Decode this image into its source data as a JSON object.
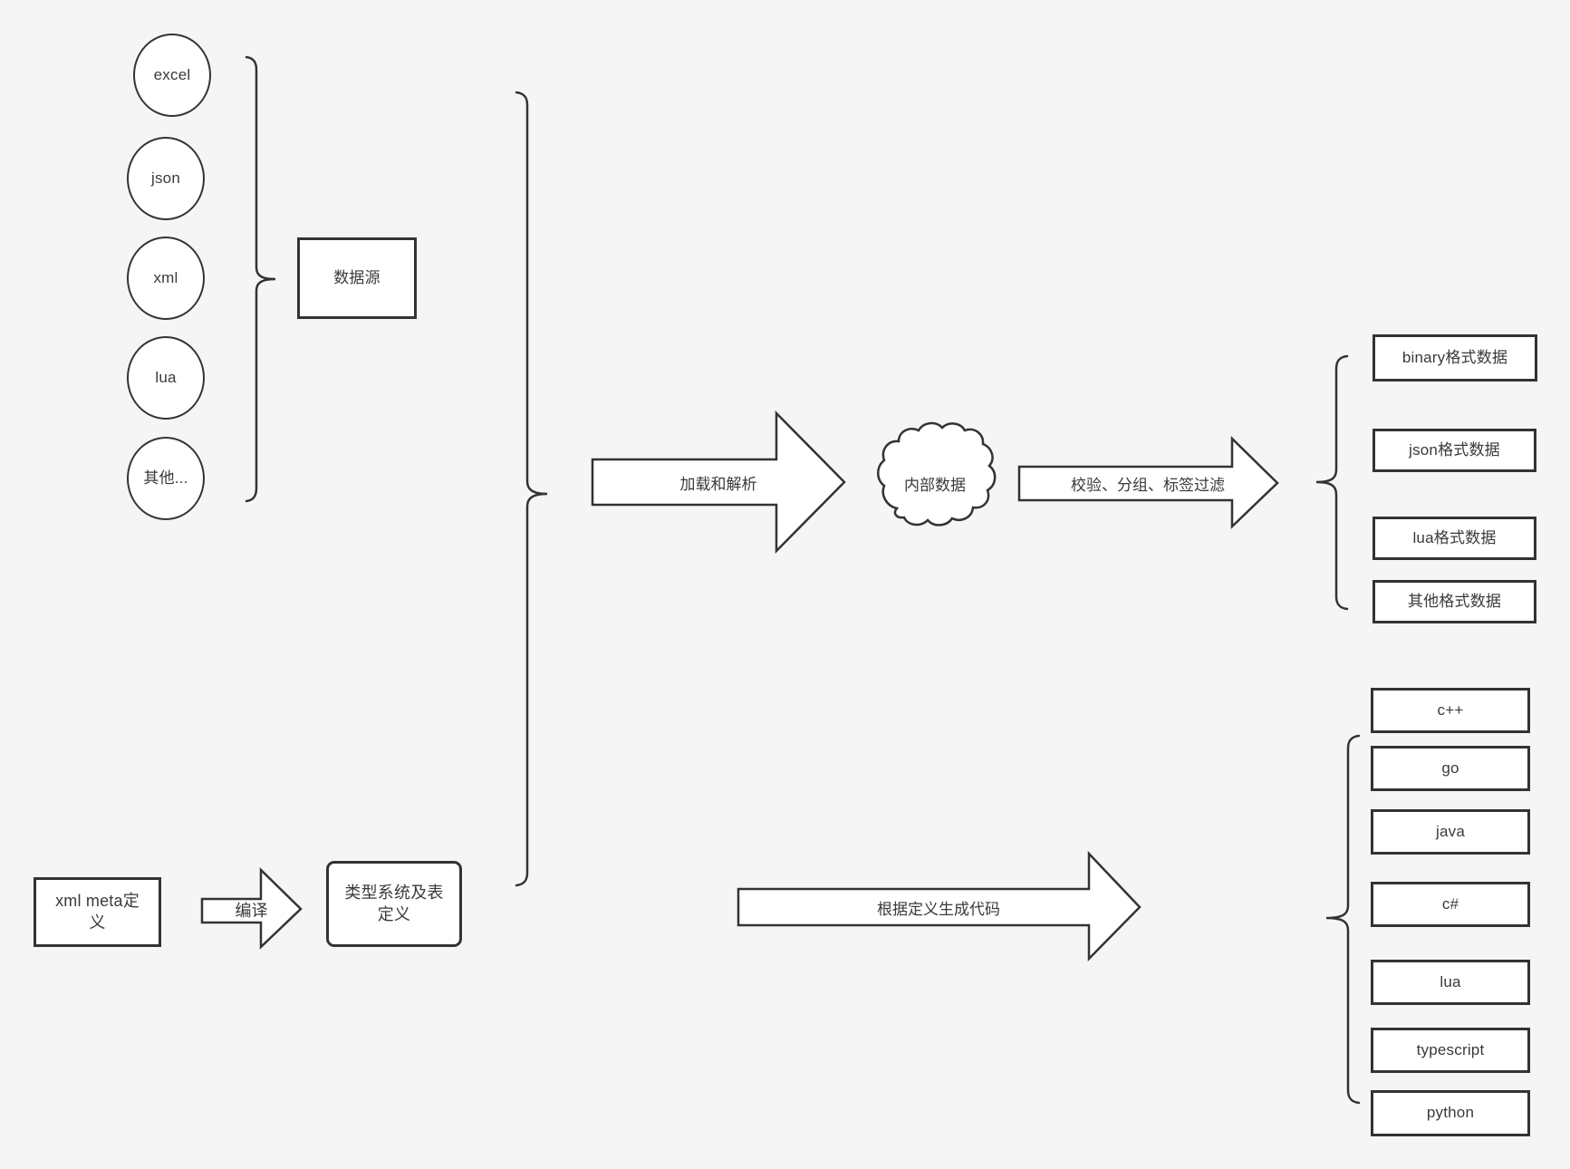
{
  "colors": {
    "background": "#f5f5f5",
    "stroke": "#333333",
    "shape_fill": "#ffffff",
    "text": "#3a3a3a"
  },
  "sources": {
    "items": [
      "excel",
      "json",
      "xml",
      "lua",
      "其他..."
    ],
    "group_label": "数据源"
  },
  "meta": {
    "xml_meta_label": "xml meta定义",
    "compile_arrow_label": "编译",
    "type_system_label": "类型系统及表定义"
  },
  "pipeline": {
    "load_arrow_label": "加载和解析",
    "internal_data_label": "内部数据",
    "filter_arrow_label": "校验、分组、标签过滤",
    "generate_arrow_label": "根据定义生成代码"
  },
  "outputs": {
    "data_formats": [
      "binary格式数据",
      "json格式数据",
      "lua格式数据",
      "其他格式数据"
    ],
    "languages": [
      "c++",
      "go",
      "java",
      "c#",
      "lua",
      "typescript",
      "python"
    ]
  }
}
